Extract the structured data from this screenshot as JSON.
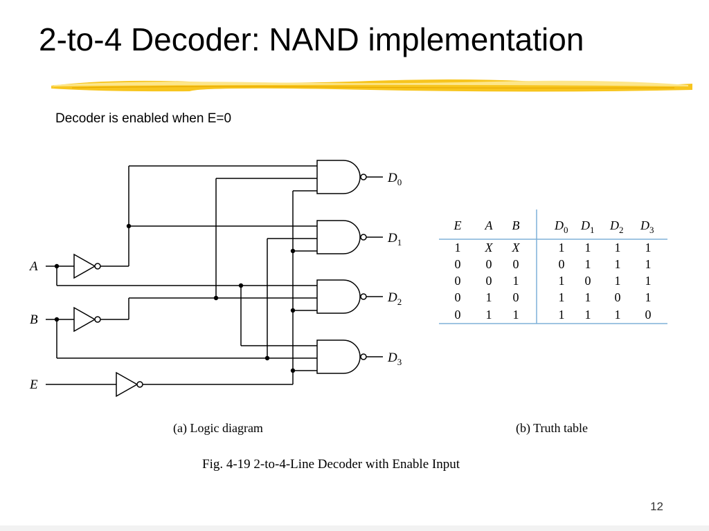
{
  "slide": {
    "title": "2-to-4 Decoder: NAND implementation",
    "subtitle": "Decoder is enabled when E=0",
    "page_number": "12"
  },
  "colors": {
    "underline_gold": "#f7c51e",
    "underline_light": "#fde68a",
    "table_rule": "#7fb0d8"
  },
  "diagram": {
    "inputs": {
      "a": "A",
      "b": "B",
      "e": "E"
    },
    "outputs": [
      {
        "letter": "D",
        "sub": "0"
      },
      {
        "letter": "D",
        "sub": "1"
      },
      {
        "letter": "D",
        "sub": "2"
      },
      {
        "letter": "D",
        "sub": "3"
      }
    ],
    "caption": "(a) Logic diagram"
  },
  "truth_table": {
    "headers": [
      {
        "letter": "E",
        "sub": ""
      },
      {
        "letter": "A",
        "sub": ""
      },
      {
        "letter": "B",
        "sub": ""
      },
      {
        "letter": "D",
        "sub": "0"
      },
      {
        "letter": "D",
        "sub": "1"
      },
      {
        "letter": "D",
        "sub": "2"
      },
      {
        "letter": "D",
        "sub": "3"
      }
    ],
    "rows": [
      [
        "1",
        "X",
        "X",
        "1",
        "1",
        "1",
        "1"
      ],
      [
        "0",
        "0",
        "0",
        "0",
        "1",
        "1",
        "1"
      ],
      [
        "0",
        "0",
        "1",
        "1",
        "0",
        "1",
        "1"
      ],
      [
        "0",
        "1",
        "0",
        "1",
        "1",
        "0",
        "1"
      ],
      [
        "0",
        "1",
        "1",
        "1",
        "1",
        "1",
        "0"
      ]
    ],
    "caption": "(b) Truth table"
  },
  "figure_caption": "Fig. 4-19  2-to-4-Line Decoder with Enable Input"
}
